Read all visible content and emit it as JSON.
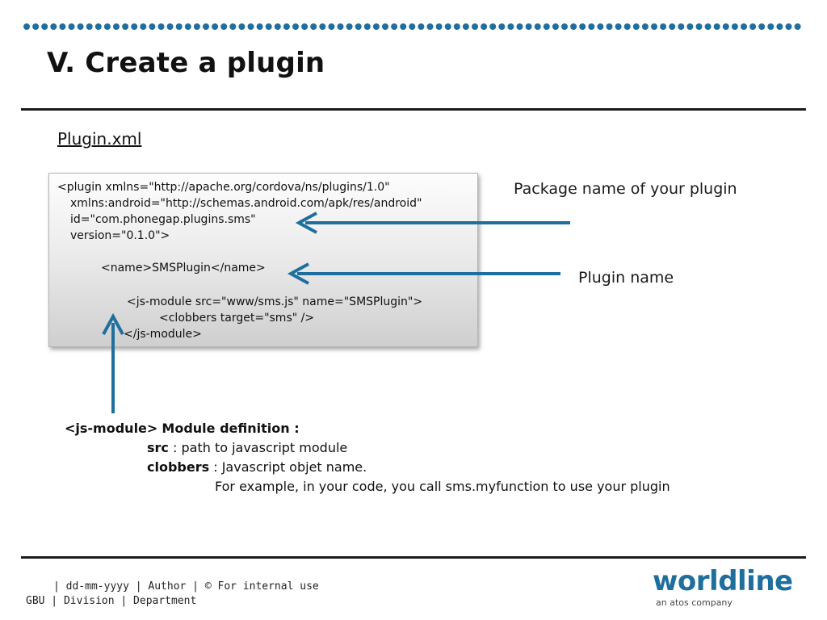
{
  "slide": {
    "title": "V. Create a plugin",
    "subtitle": "Plugin.xml"
  },
  "code": {
    "lines": [
      "<plugin xmlns=\"http://apache.org/cordova/ns/plugins/1.0\"",
      "xmlns:android=\"http://schemas.android.com/apk/res/android\"",
      "id=\"com.phonegap.plugins.sms\"",
      "version=\"0.1.0\">",
      "<name>SMSPlugin</name>",
      "<js-module src=\"www/sms.js\" name=\"SMSPlugin\">",
      "<clobbers target=\"sms\" />",
      "</js-module>"
    ]
  },
  "annotations": {
    "package_name": "Package name of your plugin",
    "plugin_name": "Plugin name"
  },
  "module_definition": {
    "heading_tag": "<js-module>",
    "heading_text": "Module definition :",
    "src_term": "src",
    "src_desc": ": path to javascript module",
    "clobbers_term": "clobbers",
    "clobbers_desc": ": Javascript objet name.",
    "example": "For example, in your code, you call sms.myfunction to use your plugin"
  },
  "footer": {
    "line1": "| dd-mm-yyyy | Author | © For internal use",
    "line2": "GBU | Division | Department"
  },
  "logo": {
    "word": "worldline",
    "tagline": "an atos company"
  },
  "colors": {
    "accent": "#1f6f9e",
    "arrow": "#1f6f9e",
    "rule": "#1c1c1c"
  }
}
